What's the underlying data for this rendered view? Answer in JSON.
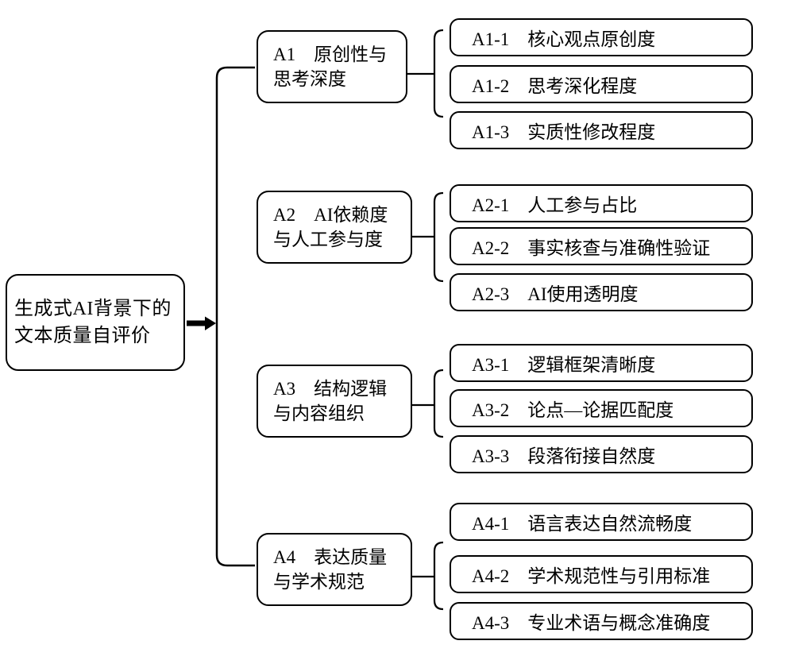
{
  "diagram": {
    "type": "tree",
    "root": {
      "line1": "生成式AI背景下的",
      "line2": "文本质量自评价"
    },
    "branches": [
      {
        "id": "A1",
        "line1": "A1　原创性与",
        "line2": "思考深度",
        "children": [
          "A1-1　核心观点原创度",
          "A1-2　思考深化程度",
          "A1-3　实质性修改程度"
        ]
      },
      {
        "id": "A2",
        "line1": "A2　AI依赖度",
        "line2": "与人工参与度",
        "children": [
          "A2-1　人工参与占比",
          "A2-2　事实核查与准确性验证",
          "A2-3　AI使用透明度"
        ]
      },
      {
        "id": "A3",
        "line1": "A3　结构逻辑",
        "line2": "与内容组织",
        "children": [
          "A3-1　逻辑框架清晰度",
          "A3-2　论点—论据匹配度",
          "A3-3　段落衔接自然度"
        ]
      },
      {
        "id": "A4",
        "line1": "A4　表达质量",
        "line2": "与学术规范",
        "children": [
          "A4-1　语言表达自然流畅度",
          "A4-2　学术规范性与引用标准",
          "A4-3　专业术语与概念准确度"
        ]
      }
    ],
    "colors": {
      "stroke": "#000000",
      "background": "#ffffff",
      "text": "#000000"
    }
  }
}
